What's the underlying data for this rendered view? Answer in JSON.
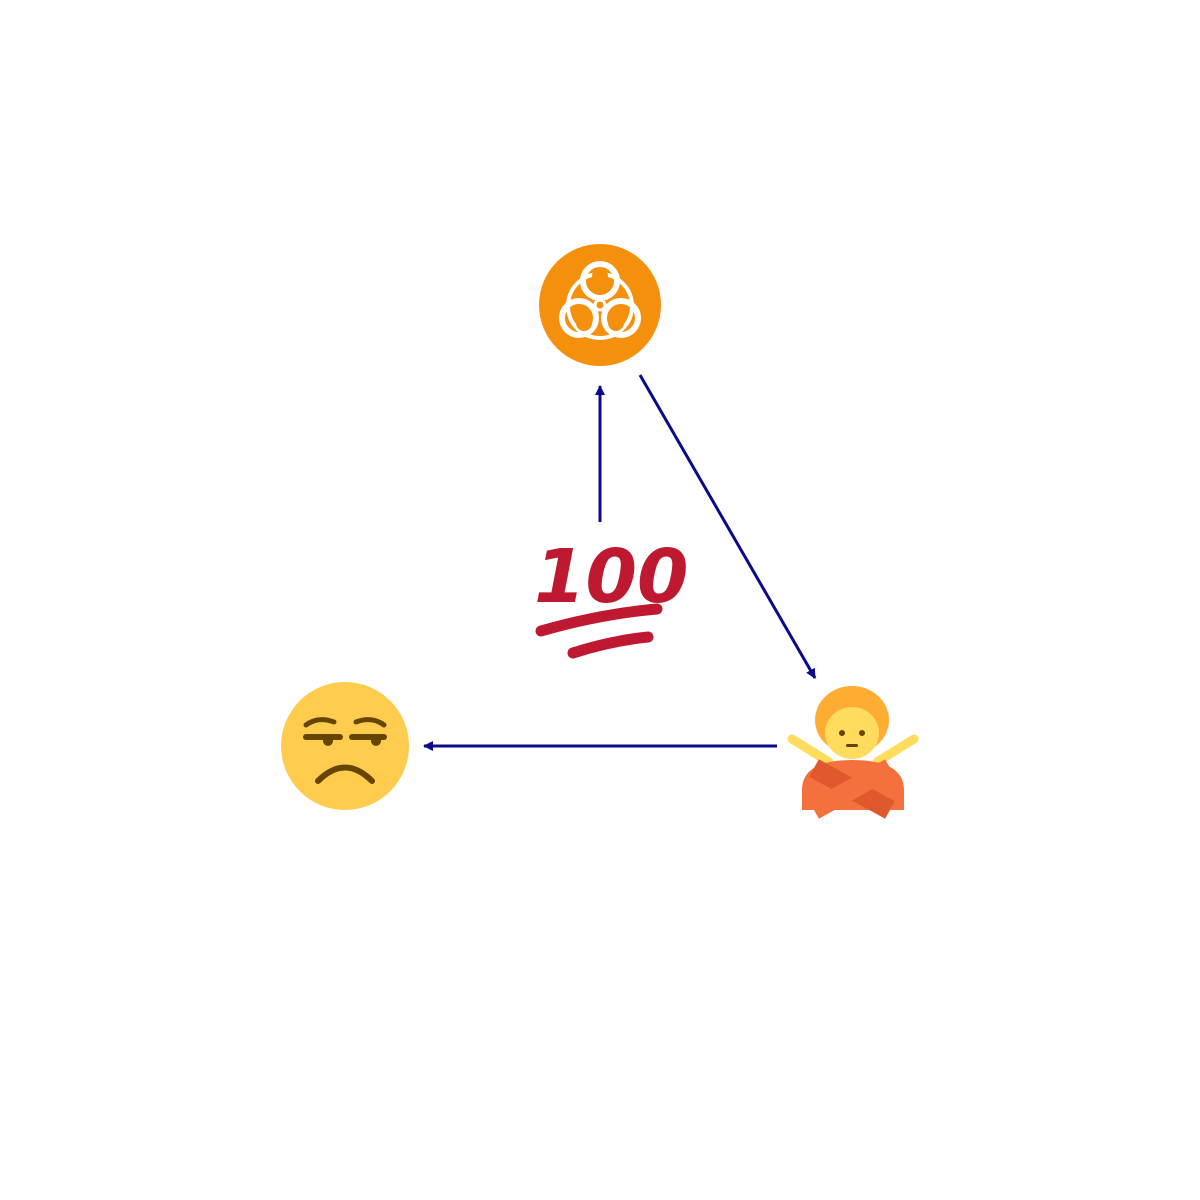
{
  "diagram": {
    "nodes": [
      {
        "id": "biohazard",
        "icon": "biohazard-icon"
      },
      {
        "id": "hundred",
        "icon": "hundred-points-icon",
        "text": "100"
      },
      {
        "id": "no-gesture",
        "icon": "person-gesturing-no-icon"
      },
      {
        "id": "unamused",
        "icon": "unamused-face-icon"
      }
    ],
    "edges": [
      {
        "from": "hundred",
        "to": "biohazard"
      },
      {
        "from": "biohazard",
        "to": "no-gesture"
      },
      {
        "from": "no-gesture",
        "to": "unamused"
      }
    ],
    "colors": {
      "arrow": "#0a0a8c",
      "biohazard_orange": "#f4900c",
      "hundred_red": "#be1931",
      "face_yellow": "#ffcc4d",
      "face_features": "#664500",
      "hair": "#ffac33",
      "skin": "#ffdc5d",
      "shirt": "#f4713d",
      "shirt_dark": "#e0582d"
    }
  }
}
